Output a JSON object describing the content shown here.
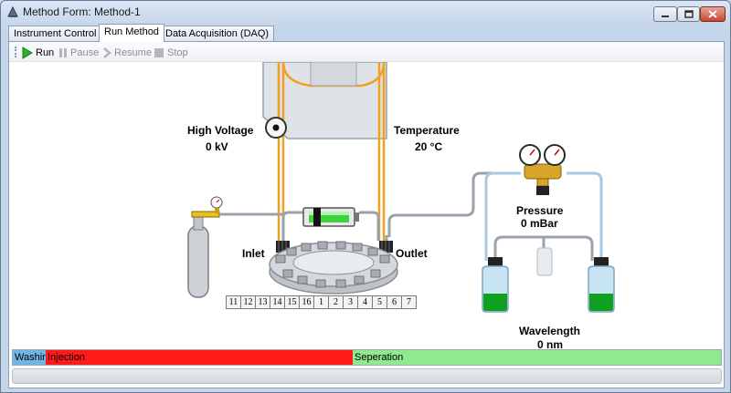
{
  "window": {
    "title": "Method Form: Method-1"
  },
  "tabs": [
    {
      "label": "Instrument Control"
    },
    {
      "label": "Run Method"
    },
    {
      "label": "Data Acquisition (DAQ)"
    }
  ],
  "toolbar": {
    "run": "Run",
    "pause": "Pause",
    "resume": "Resume",
    "stop": "Stop"
  },
  "instrument": {
    "high_voltage": {
      "label": "High Voltage",
      "value": "0 kV"
    },
    "temperature": {
      "label": "Temperature",
      "value": "20 °C"
    },
    "pressure": {
      "label": "Pressure",
      "value": "0 mBar"
    },
    "wavelength": {
      "label": "Wavelength",
      "value": "0 nm"
    },
    "inlet": "Inlet",
    "outlet": "Outlet"
  },
  "carousel": {
    "positions": [
      "11",
      "12",
      "13",
      "14",
      "15",
      "16",
      "1",
      "2",
      "3",
      "4",
      "5",
      "6",
      "7"
    ]
  },
  "phases": [
    {
      "label": "Washing",
      "color": "#6fb6e6",
      "fraction": 0.046
    },
    {
      "label": "Injection",
      "color": "#ff1a1a",
      "fraction": 0.434
    },
    {
      "label": "Seperation",
      "color": "#90e890",
      "fraction": 0.52
    }
  ],
  "colors": {
    "tube_orange": "#f0a020",
    "tube_gray": "#9aa3ad",
    "tube_blue": "#a9c9e3",
    "liquid_green": "#10a020"
  }
}
